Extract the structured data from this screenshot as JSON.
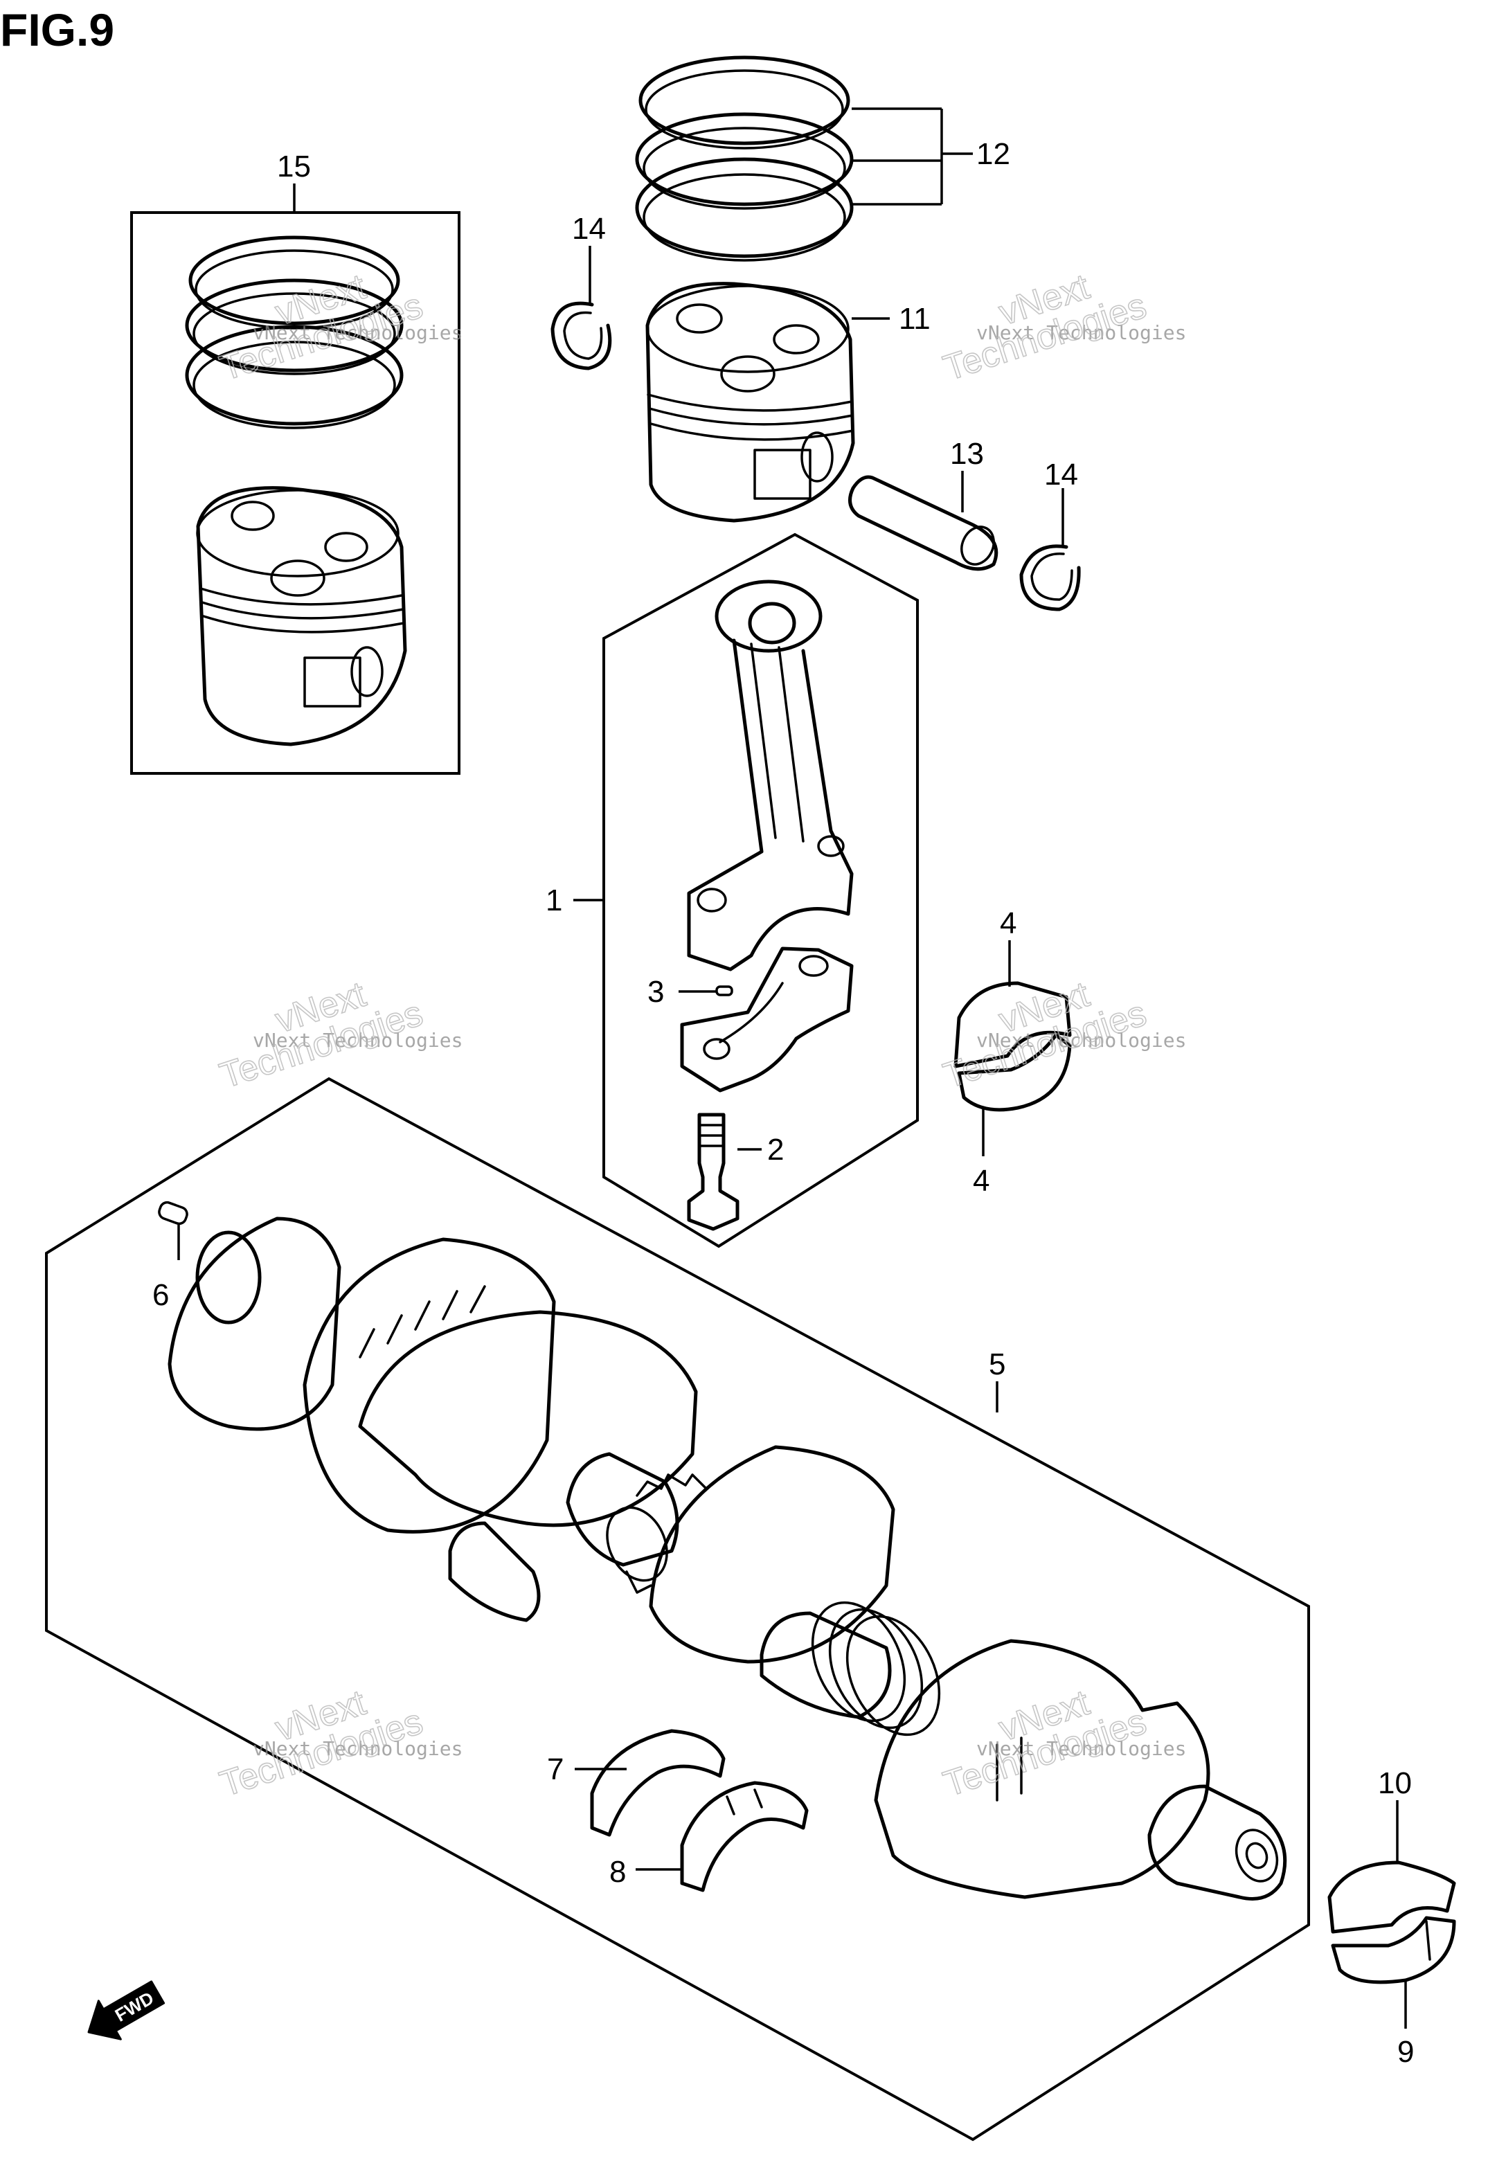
{
  "figure": {
    "title": "FIG.9"
  },
  "watermark": {
    "line1": "vNext Technologies",
    "line2": "vNext",
    "line3": "Technologies"
  },
  "direction": {
    "label": "FWD",
    "icon": "forward-arrow-icon"
  },
  "callouts": {
    "c1": "1",
    "c2": "2",
    "c3": "3",
    "c4a": "4",
    "c4b": "4",
    "c5": "5",
    "c6": "6",
    "c7": "7",
    "c8": "8",
    "c9": "9",
    "c10": "10",
    "c11": "11",
    "c12": "12",
    "c13": "13",
    "c14a": "14",
    "c14b": "14",
    "c15": "15"
  }
}
